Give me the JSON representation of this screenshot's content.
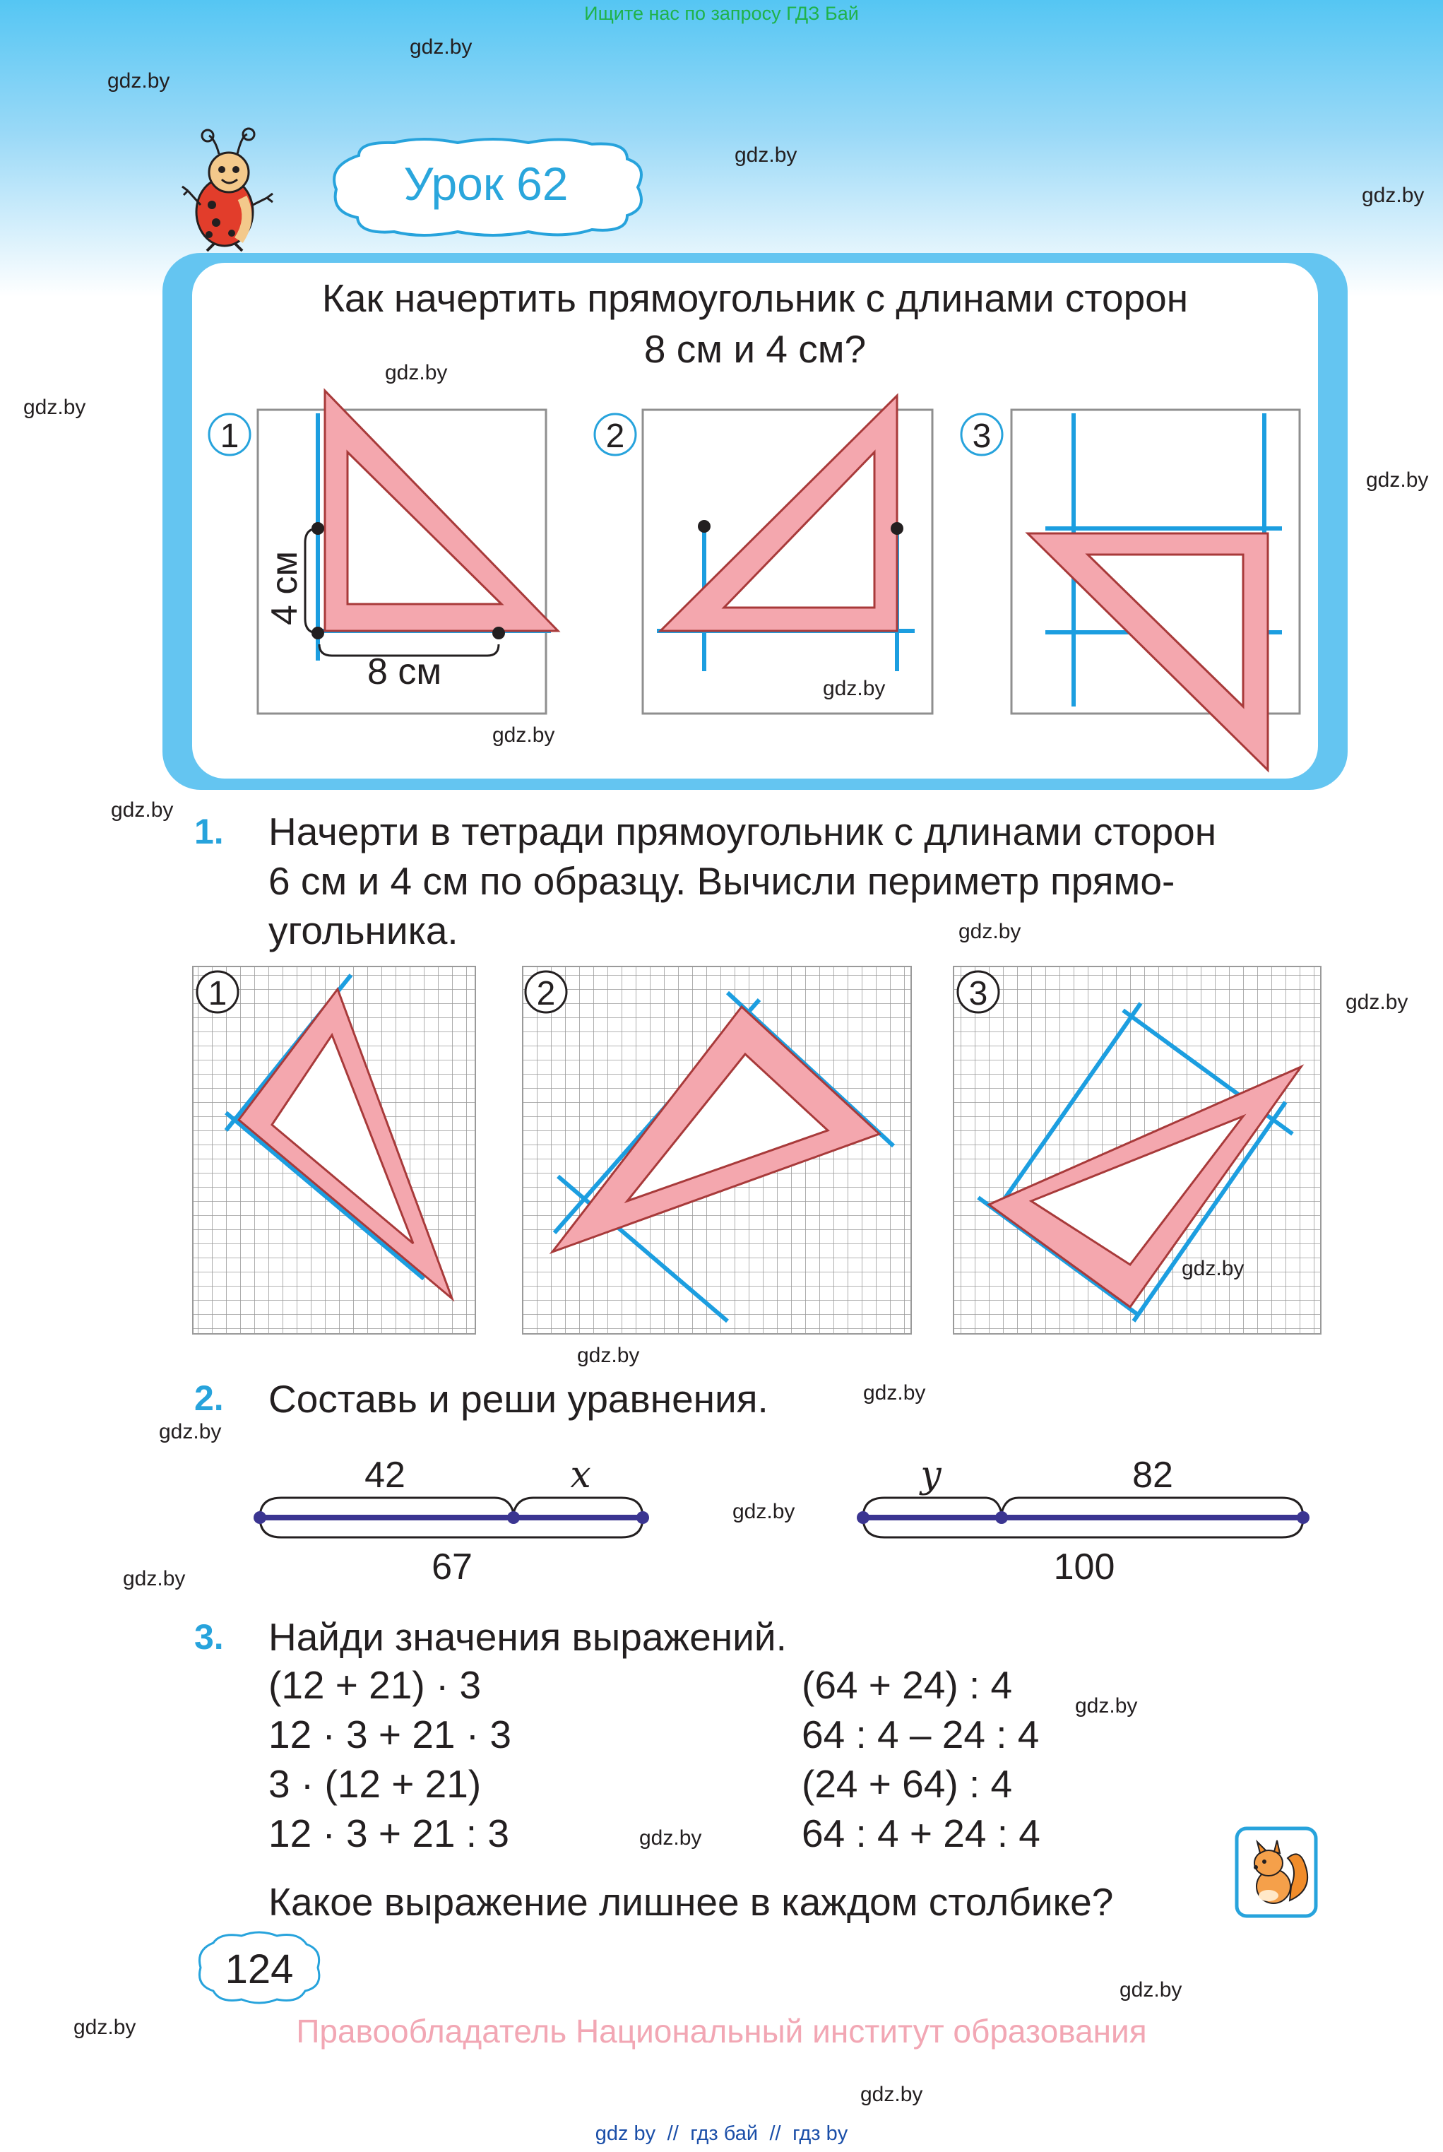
{
  "top_note": "Ищите нас по запросу ГДЗ Бай",
  "watermark": "gdz.by",
  "lesson_title": "Урок 62",
  "intro": {
    "question_line1": "Как начертить прямоугольник с длинами сторон",
    "question_line2": "8 см и 4 см?",
    "steps": [
      "1",
      "2",
      "3"
    ],
    "label_height": "4 см",
    "label_width": "8 см"
  },
  "task1": {
    "number": "1.",
    "line1": "Начерти в тетради прямоугольник с длинами сторон",
    "line2": "6 см и 4 см по образцу. Вычисли периметр прямо-",
    "line3": "угольника.",
    "steps": [
      "1",
      "2",
      "3"
    ]
  },
  "task2": {
    "number": "2.",
    "text": "Составь и реши уравнения.",
    "left": {
      "top_part": "42",
      "unknown": "x",
      "total": "67"
    },
    "right": {
      "unknown": "y",
      "top_part": "82",
      "total": "100"
    }
  },
  "task3": {
    "number": "3.",
    "text": "Найди значения выражений.",
    "left_column": [
      "(12 + 21) · 3",
      "12 · 3 + 21 · 3",
      "3 · (12 + 21)",
      "12 · 3 + 21 : 3"
    ],
    "right_column": [
      "(64 + 24) : 4",
      "64 : 4 – 24 : 4",
      "(24 + 64) : 4",
      "64 : 4 + 24 : 4"
    ],
    "question": "Какое выражение лишнее в каждом столбике?"
  },
  "page_number": "124",
  "copyright": "Правообладатель Национальный институт образования",
  "footer_tags": [
    "gdz by",
    "//",
    "гдз бай",
    "//",
    "гдз by"
  ],
  "colors": {
    "accent_blue": "#27a3dc",
    "ruler_pink": "#f4a7ae",
    "line_blue": "#1c9ee0",
    "segment": "#3b3591"
  }
}
